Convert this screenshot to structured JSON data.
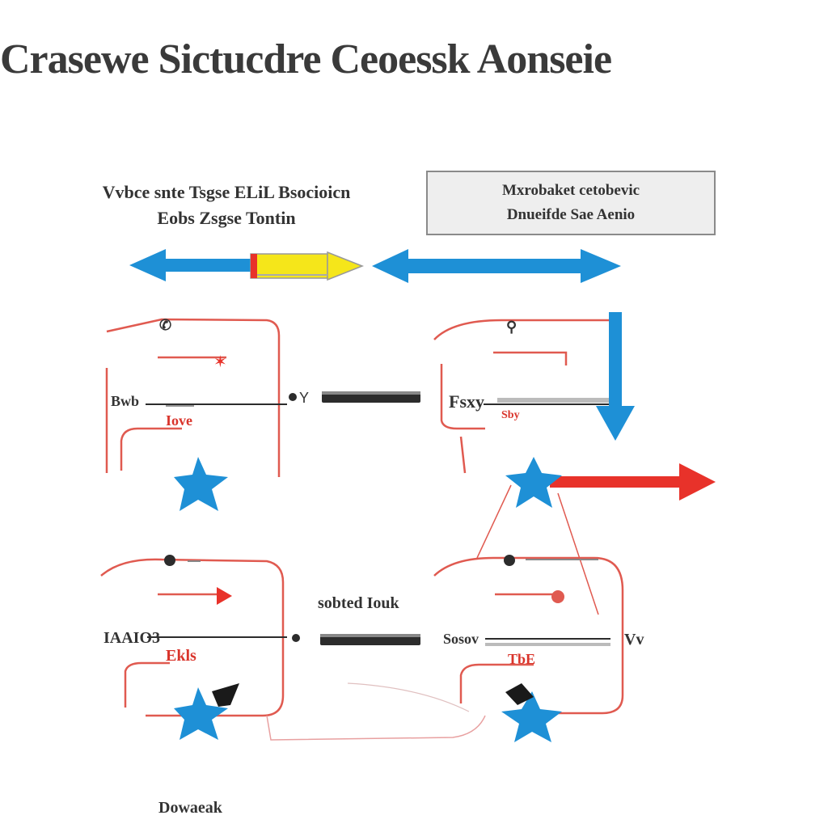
{
  "title": "Crasewe Sictucdre Ceoessk Aonseie",
  "caption_left": {
    "line1": "Vvbce snte Tsgse ELiL Bsocioicn",
    "line2": "Eobs Zsgse Tontin"
  },
  "caption_box": {
    "line1": "Mxrobaket cetobevic",
    "line2": "Dnueifde Sae Aenio"
  },
  "labels": {
    "unit1_left": "Bwb",
    "unit1_sub": "Iove",
    "unit2_left": "Fsxy",
    "unit2_sub": "Sby",
    "center_mid": "sobted Iouk",
    "unit3_left": "IAAIO3",
    "unit3_sub": "Ekls",
    "unit4_left": "Sosov",
    "unit4_sub": "TbE",
    "unit4_right": "Vv",
    "footer": "Dowaeak"
  },
  "colors": {
    "blue": "#1e90d6",
    "red": "#e8322a",
    "wire_red": "#e05a50",
    "yellow": "#f5e61a",
    "dark": "#2c2c2c"
  },
  "icons": [
    "double-arrow-icon",
    "pencil-arrow-icon",
    "star-icon",
    "connector-dot-icon",
    "arrow-down-icon",
    "arrow-right-icon"
  ]
}
